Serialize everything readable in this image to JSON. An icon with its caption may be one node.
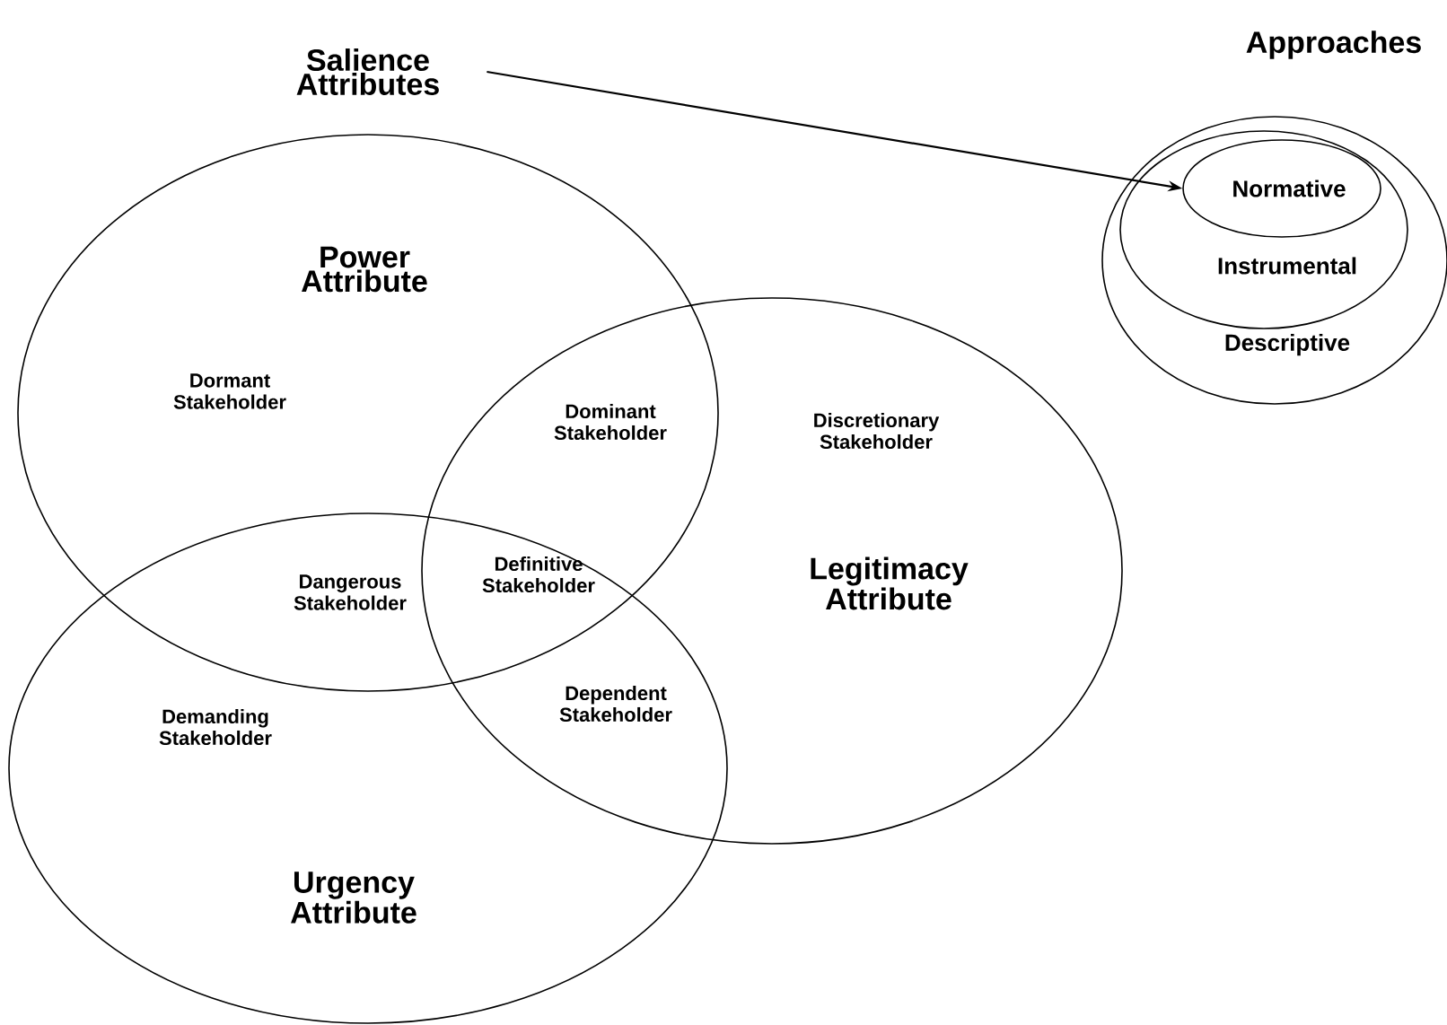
{
  "diagram": {
    "nodes": [
      {
        "text": [
          "Salience Attributes"
        ]
      },
      {
        "text": [
          "Approaches",
          "Descriptive"
        ]
      },
      {
        "text": [
          "Instrumental"
        ],
        "in": 1
      },
      {
        "text": [
          "Normative"
        ],
        "in": 2
      },
      {
        "text": [
          "Power Attribute",
          "Dormant Stakeholder"
        ]
      },
      {
        "text": [
          "Discretionary Stakeholder",
          "Legitimacy Attribute"
        ]
      },
      {
        "text": [
          "Demanding Stakeholder",
          "Urgency Attribute"
        ]
      }
    ],
    "edges": [
      {
        "from": 0,
        "to": 3,
        "arrow": "to"
      }
    ],
    "labels": [
      "Dominant Stakeholder",
      "Dangerous Stakeholder",
      "Definitive Stakeholder",
      "Dependent Stakeholder"
    ]
  }
}
